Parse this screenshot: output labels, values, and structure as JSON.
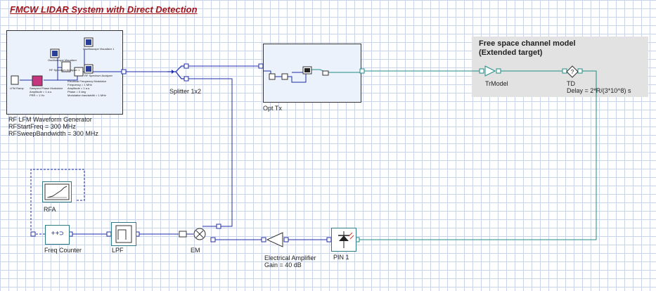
{
  "title": "FMCW LIDAR System with Direct Detection",
  "colors": {
    "title": "#a0161b",
    "electrical_wire": "#1c2ea8",
    "optical_wire": "#1f8c84",
    "component_border": "#2d7a87",
    "channel_bg": "#e2e2e2",
    "grid": "#c9d3ea"
  },
  "components": {
    "rf_generator": {
      "name": "RF LFM Waveform Generator",
      "param1": "RFStartFreq = 300  MHz",
      "param2": "RFSweepBandwidth = 300  MHz"
    },
    "splitter": {
      "name": "Splitter 1x2"
    },
    "opt_tx": {
      "name": "Opt Tx"
    },
    "channel": {
      "title_line1": "Free space channel model",
      "title_line2": "(Extended target)"
    },
    "tr_model": {
      "name": "TrModel"
    },
    "td": {
      "name": "TD",
      "param": "Delay = 2*R/(3*10^8)  s"
    },
    "rfa": {
      "name": "RFA"
    },
    "freq_counter": {
      "name": "Freq Counter",
      "icon_text": "++⊃"
    },
    "lpf": {
      "name": "LPF"
    },
    "em": {
      "name": "EM"
    },
    "amplifier": {
      "name": "Electrical Amplifier",
      "param": "Gain = 40  dB"
    },
    "pin": {
      "name": "PIN 1"
    }
  },
  "rf_subsystem": {
    "block_labels": [
      "Oscilloscope Visualizer",
      "Oscilloscope Visualizer 1",
      "RF Spectrum Analyzer 1",
      "RF Spectrum Analyzer",
      "Sampled Phase Modulator",
      "Electrical Frequency Modulator",
      "LFM Ramp"
    ],
    "block_params": [
      "Amplitude = 1 a.u.",
      "PRR = 1 Hz",
      "Frequency = 1 MHz",
      "Amplitude = 1 a.u.",
      "Phase = 0 deg",
      "Modulation bandwidth = 1 MHz"
    ]
  }
}
